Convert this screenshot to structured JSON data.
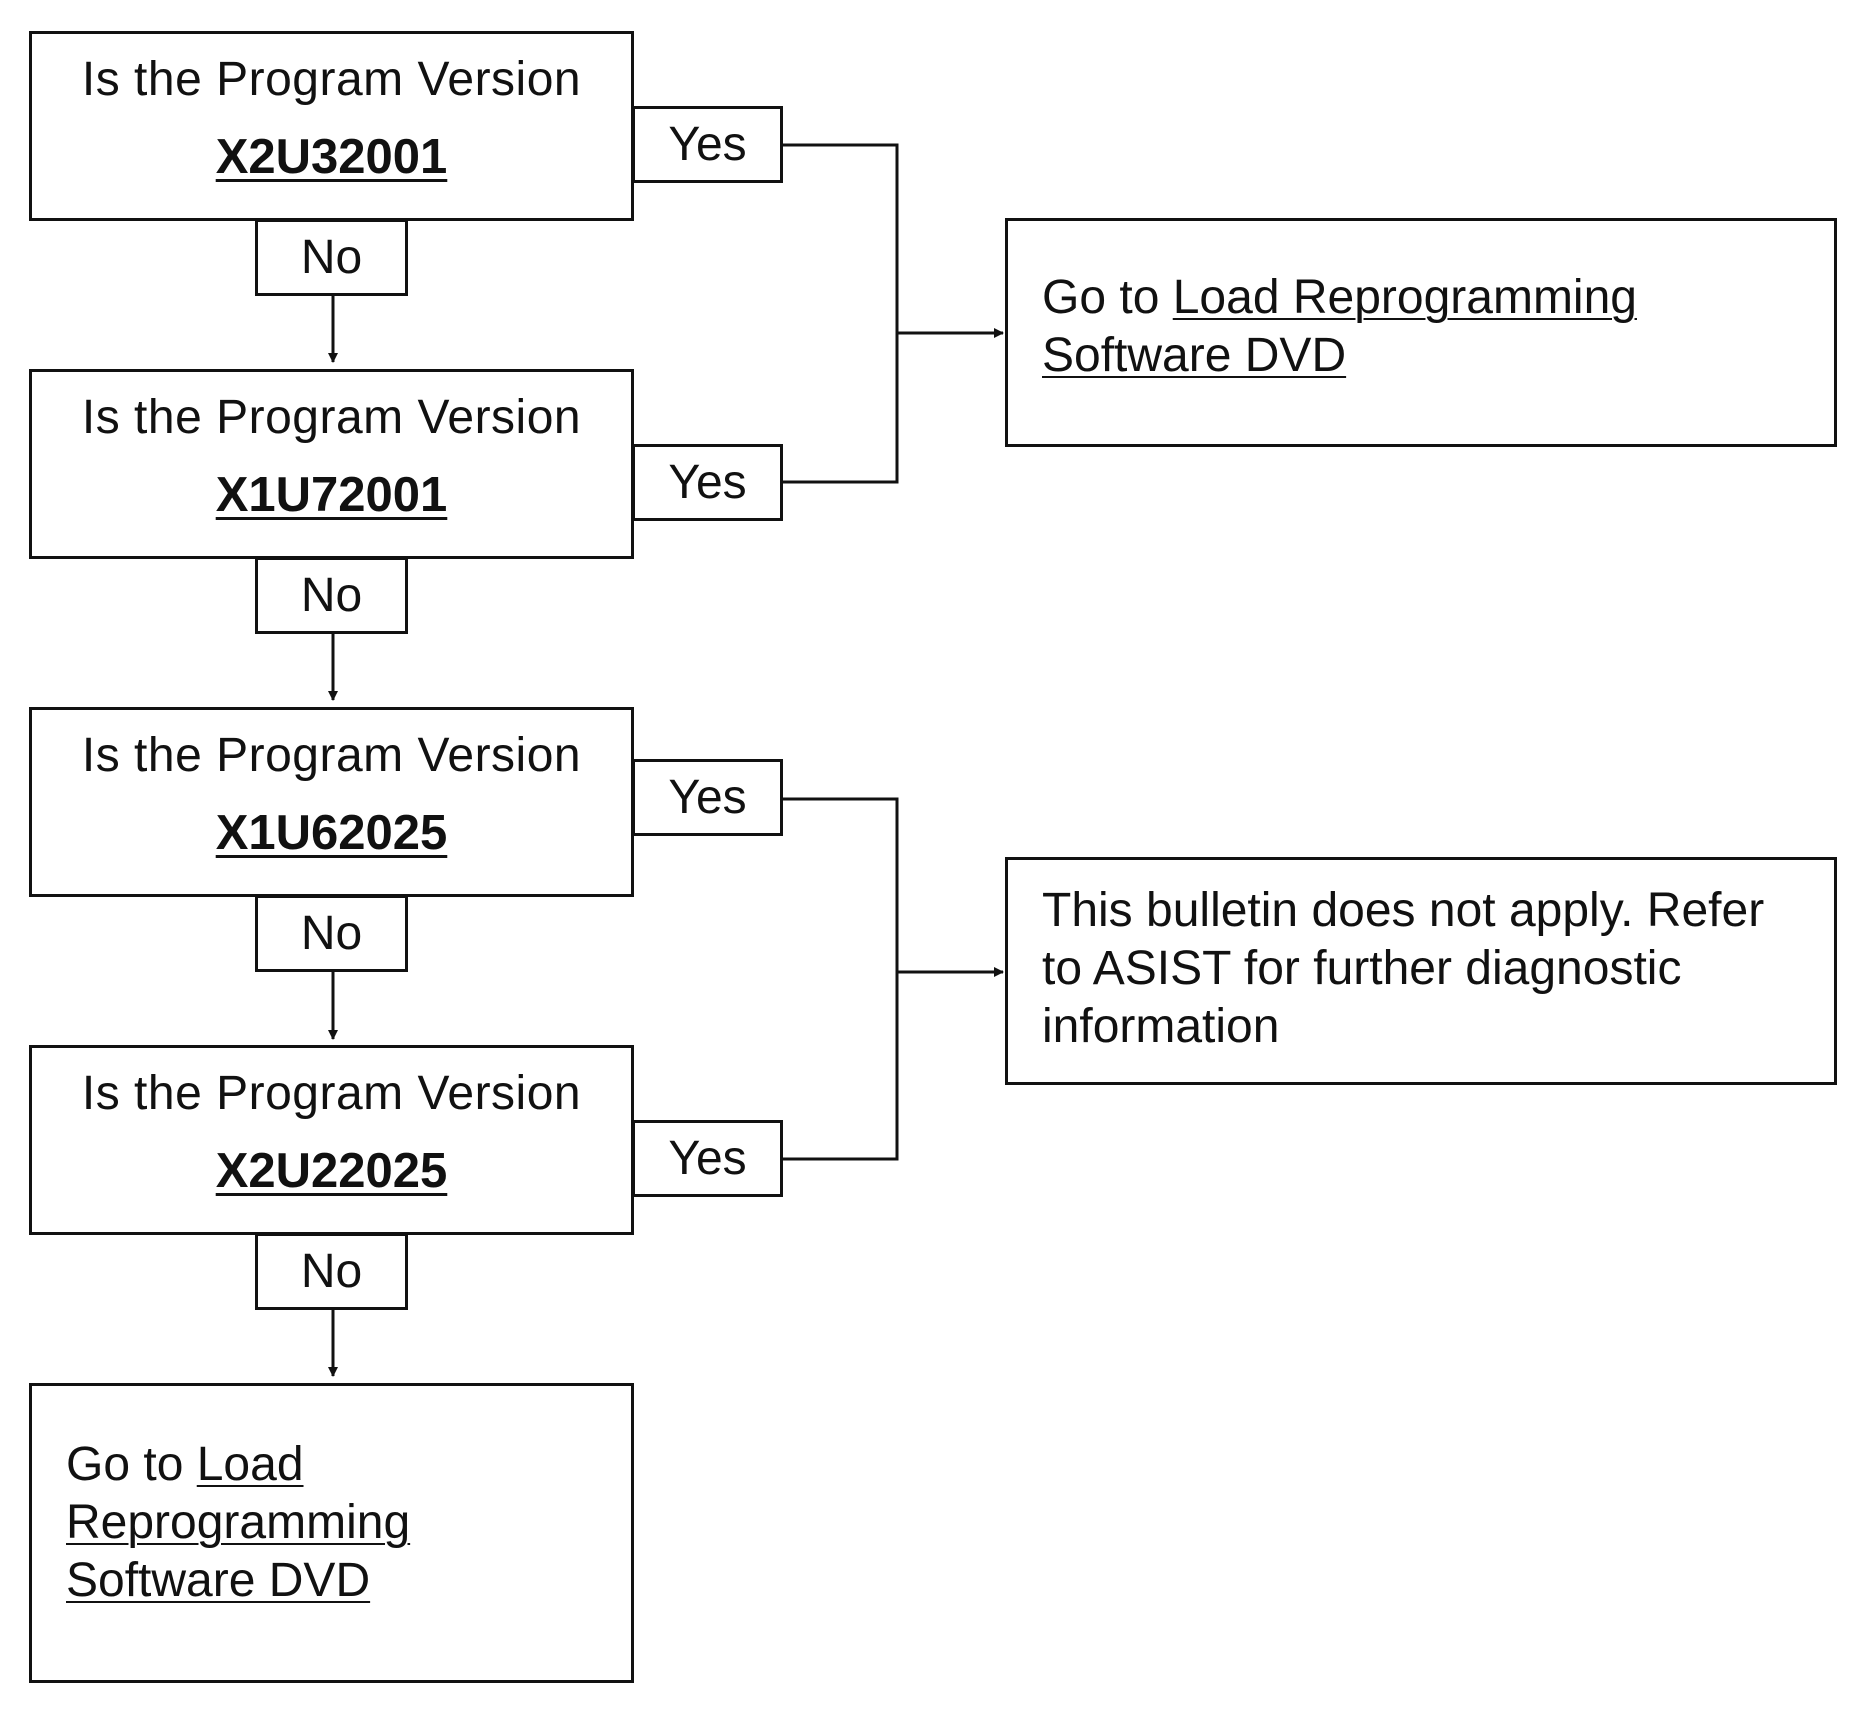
{
  "question_prefix": "Is the Program Version",
  "questions": [
    {
      "code": "X2U32001"
    },
    {
      "code": "X1U72001"
    },
    {
      "code": "X1U62025"
    },
    {
      "code": "X2U22025"
    }
  ],
  "yes_label": "Yes",
  "no_label": "No",
  "result_load": {
    "prefix": "Go to ",
    "link": "Load Reprogramming Software DVD"
  },
  "result_not_apply": {
    "text": "This bulletin does not apply. Refer to ASIST for further diagnostic information"
  },
  "result_final": {
    "prefix": "Go to ",
    "link_line1": "Load",
    "link_line2": "Reprogramming",
    "link_line3": "Software DVD"
  }
}
